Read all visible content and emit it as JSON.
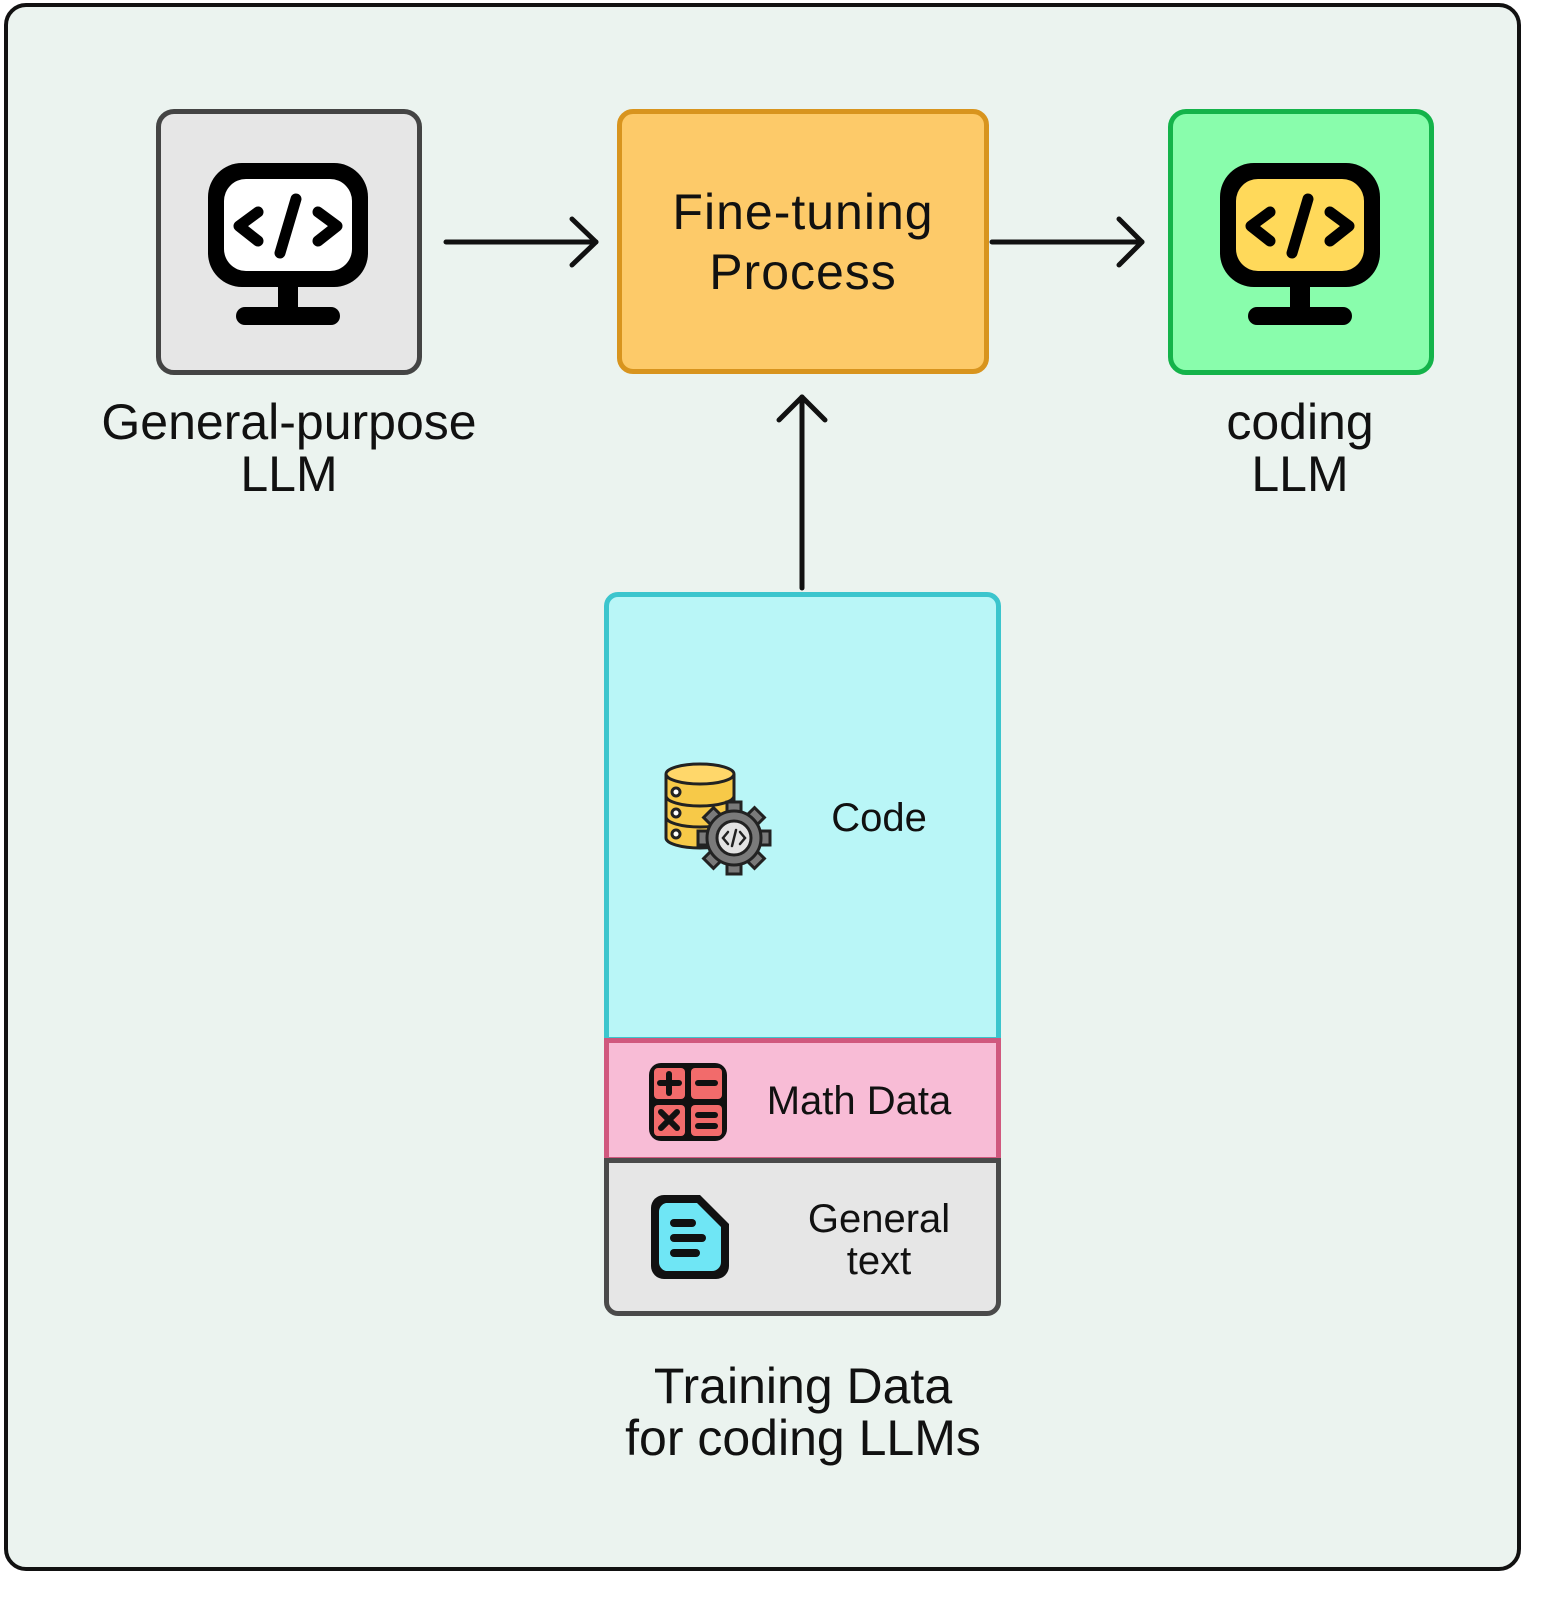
{
  "diagram": {
    "general_model": {
      "label_line1": "General-purpose",
      "label_line2": "LLM",
      "icon": "code-monitor-icon"
    },
    "process": {
      "line1": "Fine-tuning",
      "line2": "Process"
    },
    "output_model": {
      "label_line1": "coding",
      "label_line2": "LLM",
      "icon": "code-monitor-icon"
    },
    "training_data": {
      "caption_line1": "Training Data",
      "caption_line2": "for coding LLMs",
      "segments": [
        {
          "label": "Code",
          "icon": "code-database-gear-icon"
        },
        {
          "label": "Math Data",
          "icon": "calculator-icon"
        },
        {
          "label_line1": "General",
          "label_line2": "text",
          "icon": "document-icon"
        }
      ]
    },
    "colors": {
      "background": "#ebf3ef",
      "general_box": "#e6e6e6",
      "process_box": "#fdca69",
      "output_box": "#89fdac",
      "code_segment": "#b9f6f7",
      "math_segment": "#f8bcd6",
      "general_text_segment": "#e6e6e6"
    }
  }
}
